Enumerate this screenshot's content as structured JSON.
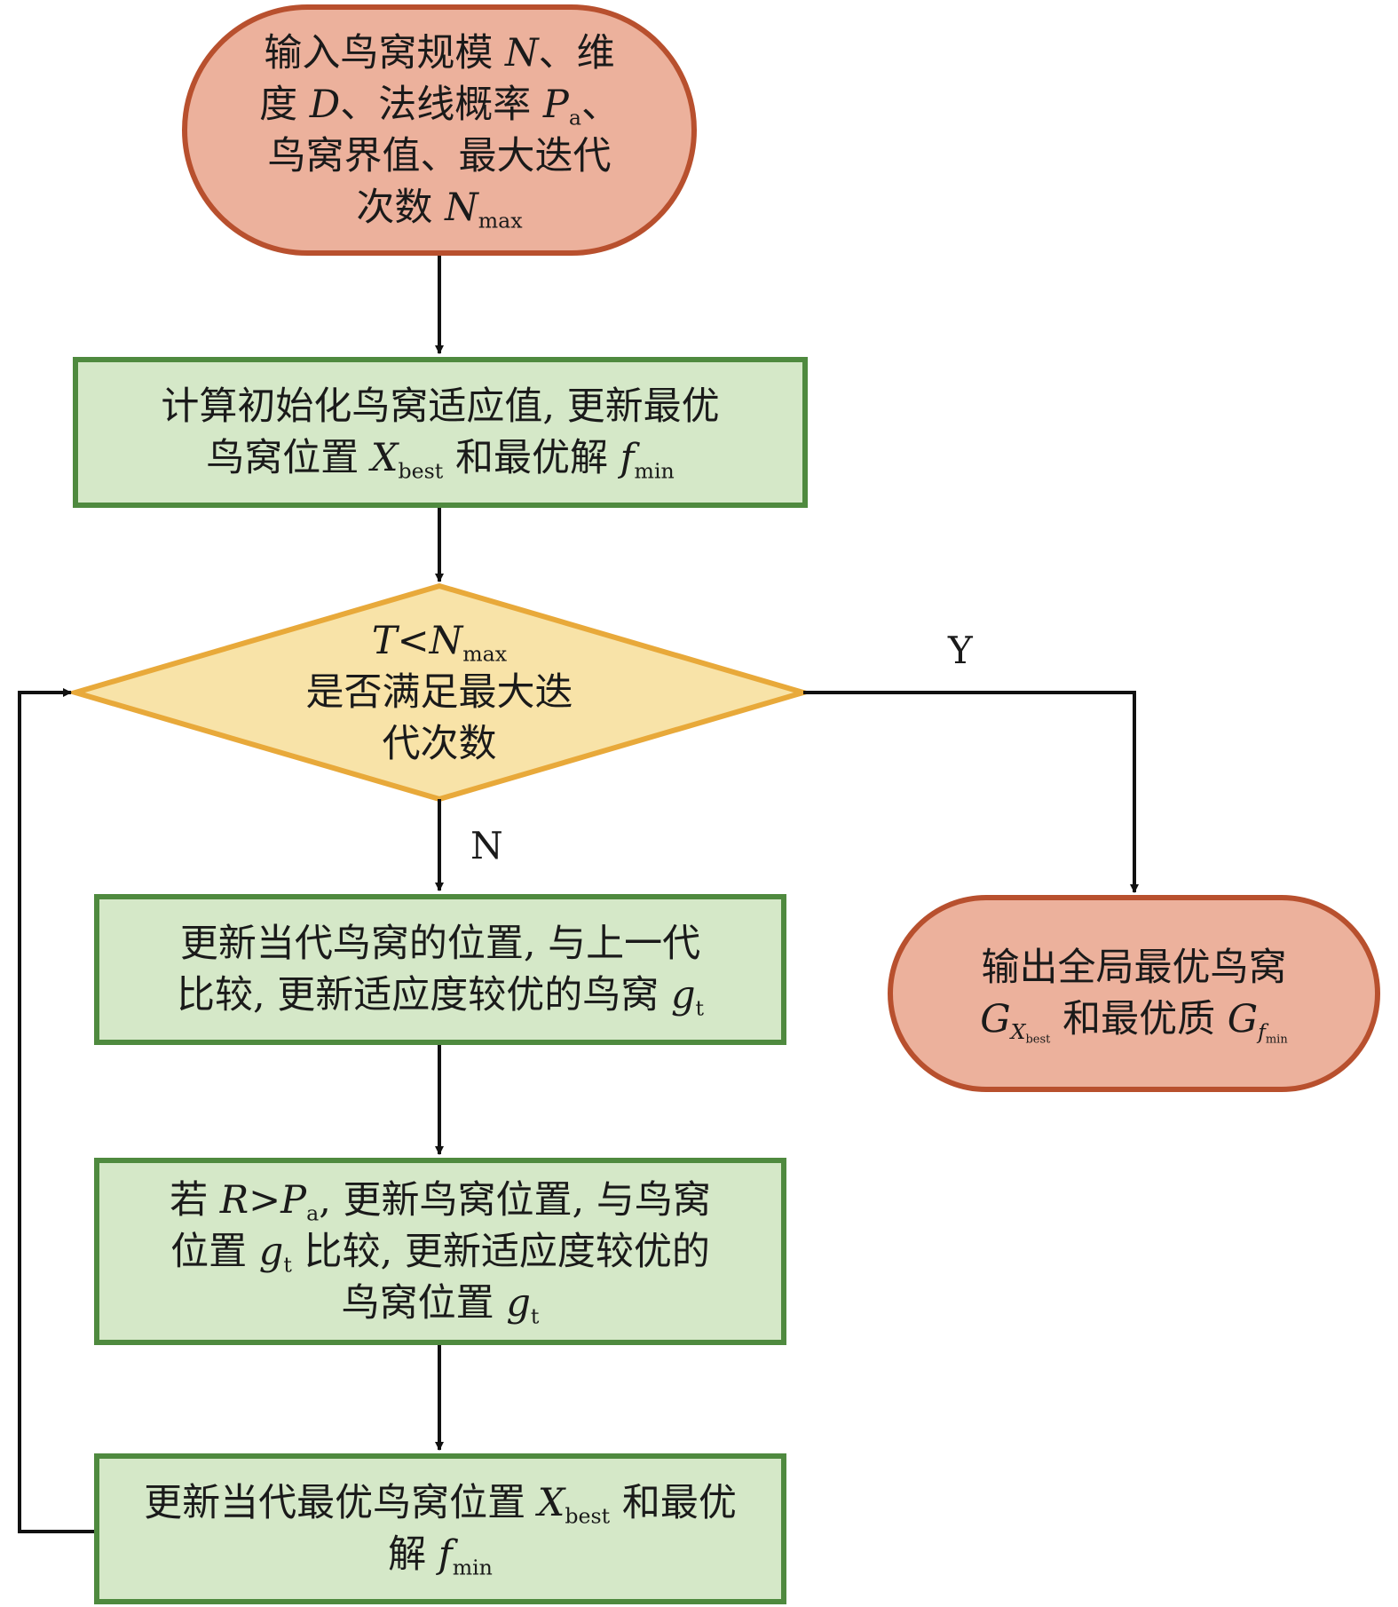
{
  "start": {
    "line1": {
      "pre": "输入鸟窝规模 ",
      "v1": "N",
      "post": "、维"
    },
    "line2": {
      "pre": "度 ",
      "v1": "D",
      "mid": "、法线概率 ",
      "v2": "P",
      "s2": "a",
      "post": "、"
    },
    "line3": "鸟窝界值、最大迭代",
    "line4": {
      "pre": "次数 ",
      "v1": "N",
      "s1": "max"
    }
  },
  "init": {
    "line1": "计算初始化鸟窝适应值, 更新最优",
    "line2": {
      "pre": "鸟窝位置 ",
      "v1": "X",
      "s1": "best",
      "mid": " 和最优解 ",
      "v2": "f",
      "s2": "min"
    }
  },
  "decision": {
    "line1": {
      "v1": "T",
      "op": "<",
      "v2": "N",
      "s2": "max"
    },
    "line2": "是否满足最大迭",
    "line3": "代次数"
  },
  "labels": {
    "yes": "Y",
    "no": "N"
  },
  "update1": {
    "line1": "更新当代鸟窝的位置, 与上一代",
    "line2": {
      "pre": "比较, 更新适应度较优的鸟窝 ",
      "v1": "g",
      "s1": "t"
    }
  },
  "update2": {
    "line1": {
      "pre": "若 ",
      "v1": "R",
      "op": ">",
      "v2": "P",
      "s2": "a",
      "post": ", 更新鸟窝位置, 与鸟窝"
    },
    "line2": {
      "pre": "位置 ",
      "v1": "g",
      "s1": "t",
      "post": " 比较, 更新适应度较优的"
    },
    "line3": {
      "pre": "鸟窝位置 ",
      "v1": "g",
      "s1": "t"
    }
  },
  "update3": {
    "line1": {
      "pre": "更新当代最优鸟窝位置 ",
      "v1": "X",
      "s1": "best",
      "post": " 和最优"
    },
    "line2": {
      "pre": "解 ",
      "v1": "f",
      "s1": "min"
    }
  },
  "end": {
    "line1": "输出全局最优鸟窝",
    "line2": {
      "v1": "G",
      "s1": "X",
      "ss1": "best",
      "mid": " 和最优质 ",
      "v2": "G",
      "s2": "f",
      "ss2": "min"
    }
  },
  "colors": {
    "terminal_fill": "#ecb19c",
    "terminal_stroke": "#b8502e",
    "process_fill": "#d5e8c8",
    "process_stroke": "#4f8a3f",
    "decision_fill": "#f8e3a8",
    "decision_stroke": "#e8a93a",
    "line": "#111111"
  }
}
